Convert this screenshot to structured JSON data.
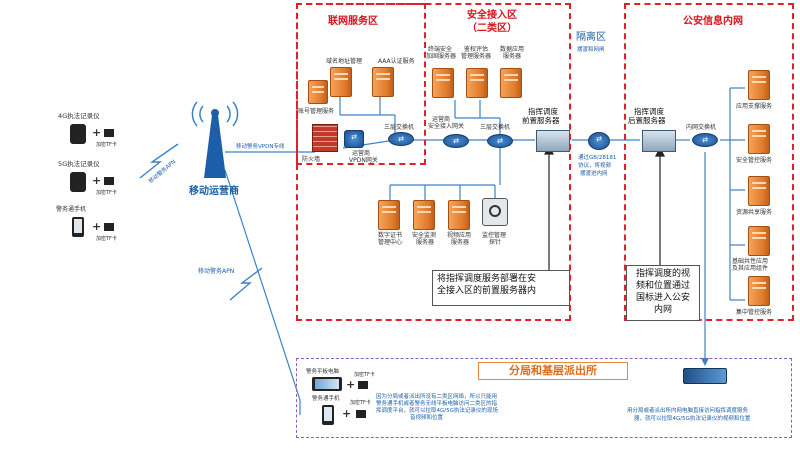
{
  "zones": {
    "lianwang": "联网服务区",
    "anquan_l1": "安全接入区",
    "anquan_l2": "（二类区）",
    "geli": "隔离区",
    "gongan": "公安信息内网",
    "fenju": "分局和基层派出所"
  },
  "left": {
    "dev1": "4G执法记录仪",
    "dev2": "5G执法记录仪",
    "dev3": "警务通手机",
    "card": "加密TF卡",
    "apn1": "移动警务APN",
    "apn2": "移动警务APN",
    "operator": "移动运营商",
    "vpdn": "移动警务VPDN专线"
  },
  "lianwang": {
    "s1": "域名地址管理",
    "s2": "AAA认证服务",
    "s3": "账号管理服务",
    "switch": "三层交换机",
    "firewall": "防火墙",
    "vpdn_net_l1": "运营商",
    "vpdn_net_l2": "VPDN网关"
  },
  "anquan": {
    "s1_l1": "终端安全",
    "s1_l2": "加固服务器",
    "s2_l1": "鉴权评估",
    "s2_l2": "管理服务器",
    "s3_l1": "数据应用",
    "s3_l2": "服务器",
    "gw_l1": "运营商",
    "gw_l2": "安全接入网关",
    "sw": "三层交换机",
    "front_l1": "指挥调度",
    "front_l2": "前置服务器",
    "b1_l1": "数字证书",
    "b1_l2": "管理中心",
    "b2_l1": "安全监测",
    "b2_l2": "服务器",
    "b3_l1": "视频应用",
    "b3_l2": "服务器",
    "b4_l1": "监控管理",
    "b4_l2": "探针"
  },
  "geli": {
    "label": "摆渡和网闸",
    "proto_l1": "通过GB/28181",
    "proto_l2": "协议，将视频",
    "proto_l3": "摆渡进内网"
  },
  "gongan": {
    "rear_l1": "指挥调度",
    "rear_l2": "后置服务器",
    "sw": "内网交换机",
    "r1": "应用支撑服务",
    "r2": "安全管控服务",
    "r3": "资源共享服务",
    "r4_l1": "基础共性应用",
    "r4_l2": "及其应用组件",
    "r5": "集中管控服务"
  },
  "callouts": {
    "c1_l1": "将指挥调度服务部署在安",
    "c1_l2": "全接入区的前置服务器内",
    "c2_l1": "指挥调度的视",
    "c2_l2": "频和位置通过",
    "c2_l3": "国标进入公安",
    "c2_l4": "内网"
  },
  "bottom": {
    "pad": "警务平板电脑",
    "pad_card": "加密TF卡",
    "phone": "警务通手机",
    "phone_card": "加密TF卡",
    "desc_l1": "因为分局或者派出所没有二类区网络，所以只能用",
    "desc_l2": "警务通手机或者警务无线平板电脑访问二类区的指",
    "desc_l3": "挥调度平台，就可以拉取4G/5G执法记录仪的现场",
    "desc_l4": "音视频和位置",
    "right_l1": "用分局或者派出所内网电脑直接访问指挥调度服务",
    "right_l2": "器，就可以拉取4G/5G执法记录仪的视频和位置"
  },
  "colors": {
    "zone_red": "#e0202a",
    "zone_purple": "#8a5fc0",
    "link_blue": "#3c82c8",
    "server_orange": "#e07a2a"
  }
}
